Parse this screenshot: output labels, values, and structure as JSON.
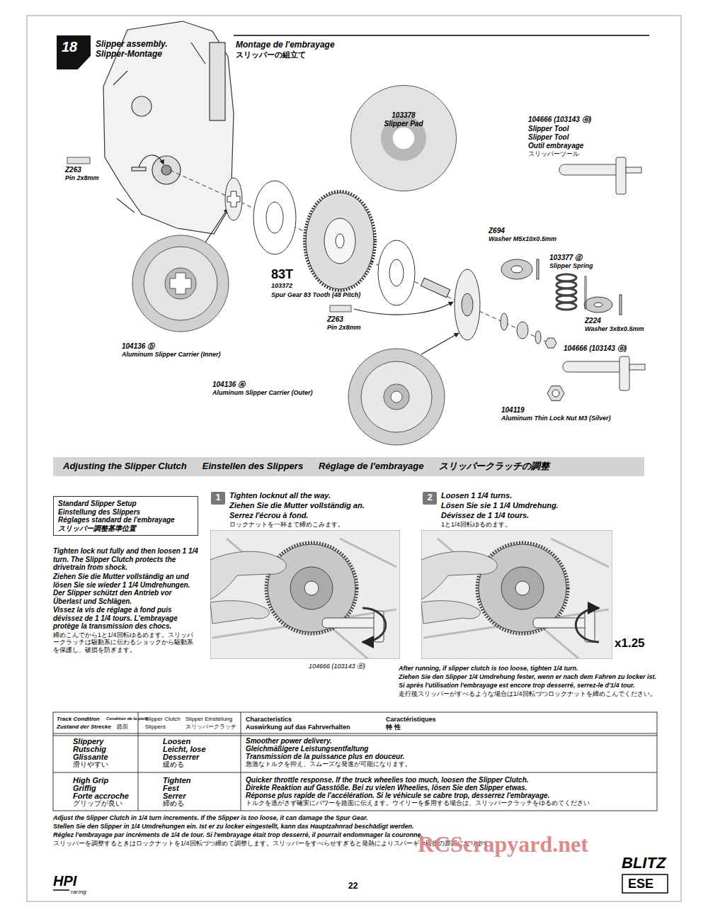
{
  "diagram": {
    "title": "Slipper assembly.",
    "nodes": [
      {
        "text": [
          "18"
        ]
      },
      {
        "text": [
          "103378",
          "Slipper Pad"
        ]
      },
      {
        "text": [
          "Adjusting the Slipper Clutch",
          "Einstellen des Slippers",
          "Réglage de l'embrayage",
          "スリッパークラッチの調整"
        ]
      },
      {
        "text": [
          "Standard Slipper Setup",
          "Einstellung des Slippers",
          "Réglages standard de l'embrayage",
          "スリッパー調整基準位置"
        ]
      },
      {
        "text": [
          "1"
        ]
      },
      {
        "text": [
          "2"
        ]
      }
    ],
    "labels": [
      "Slipper-Montage",
      "Montage de l'embrayage",
      "スリッパーの組立て",
      "Z263",
      "Pin 2x8mm",
      "104666 (103143 ⓔ)",
      "Slipper Tool",
      "Slipper Tool",
      "Outil embrayage",
      "スリッパーツール",
      "Z694",
      "Washer M5x10x0.5mm",
      "103377 ⓓ",
      "Slipper Spring",
      "83T",
      "103372",
      "Spur Gear 83 Tooth (48 Pitch)",
      "Z263",
      "Pin 2x8mm",
      "Z224",
      "Washer 3x8x0.5mm",
      "104666 (103143 ⓔ)",
      "104136 ⓑ",
      "Aluminum Slipper Carrier (Inner)",
      "104136 ⓐ",
      "Aluminum Slipper Carrier (Outer)",
      "104119",
      "Aluminum Thin Lock Nut M3 (Silver)",
      "Tighten lock nut fully and then loosen 1 1/4 turn. The Slipper Clutch protects the drivetrain from shock.",
      "Ziehen Sie die Mutter vollständig an und lösen Sie sie wieder 1 1/4 Umdrehungen. Der Slipper schützt den Antrieb vor Überlast und Schlägen.",
      "Vissez la vis de réglage à fond puis dévissez de 1 1/4 tours. L'embrayage protège la transmission des chocs.",
      "締めこんでから1と1/4回転ゆるめます。スリッパークラッチは駆動系に伝わるショックから駆動系を保護し、破損を防ぎます。",
      "Tighten locknut all the way.",
      "Ziehen Sie die Mutter vollständig an.",
      "Serrez l'écrou à fond.",
      "ロックナットを一杯まで締めこみます。",
      "Loosen 1 1/4 turns.",
      "Lösen Sie sie 1 1/4 Umdrehung.",
      "Dévissez de 1 1/4 tours.",
      "1と1/4回転ゆるめます。",
      "x1.25",
      "104666 (103143 ⓔ)",
      "After running, if slipper clutch is too loose, tighten 1/4 turn.",
      "Ziehen Sie den Slipper 1/4 Umdrehung fester, wenn er nach dem Fahren zu locker ist.",
      "Si après l'utilisation l'embrayage est encore trop desserré, serrez-le d'1/4 tour.",
      "走行後スリッパーがすべるような場合は1/4回転づつロックナットを締めこんでください。",
      "Track Condition",
      "Condition de la piste",
      "Zustand der Strecke",
      "路面",
      "Slipper Clutch",
      "Slipper Einstellung",
      "Slippers",
      "スリッパークラッチ",
      "Characteristics",
      "Caractéristiques",
      "Auswirkung auf das Fahrverhalten",
      "特 性",
      "Slippery",
      "Rutschig",
      "Glissante",
      "滑りやすい",
      "Loosen",
      "Leicht, lose",
      "Desserrer",
      "緩める",
      "Smoother power delivery.",
      "Gleichmäßigere Leistungsentfaltung",
      "Transmission de la puissance plus en douceur.",
      "急激なトルクを抑え、スムーズな発進が可能になります。",
      "High Grip",
      "Griffig",
      "Forte accroche",
      "グリップが良い",
      "Tighten",
      "Fest",
      "Serrer",
      "締める",
      "Quicker throttle response. If the truck wheelies too much, loosen the Slipper Clutch.",
      "Direkte Reaktion auf Gasstöße. Bei zu vielen Wheelies, lösen Sie den Slipper etwas.",
      "Réponse plus rapide de l'accélération. Si le véhicule se cabre trop, desserrez l'embrayage.",
      "トルクを逃がさず確実にパワーを路面に伝えます。ウイリーを多用する場合は、スリッパークラッチをゆるめてください",
      "Adjust the Slipper Clutch in 1/4 turn increments. If the Slipper is too loose, it can damage the Spur Gear.",
      "Stellen Sie den Slipper in 1/4 Umdrehungen ein. Ist er zu locker eingestellt, kann das Hauptzahnrad beschädigt werden.",
      "Réglez l'embrayage par incréments de 1/4 de tour. Si l'embrayage était trop desserré, il pourrait endommager la couronne.",
      "スリッパーを調整するときはロックナットを1/4回転づつ締めて調整します。スリッパーをすべらせすぎると発熱によりスパーギヤ破損の原因になります。",
      "22",
      "RCScrapyard.net",
      "HPI",
      "racing",
      "BLITZ",
      "ESE"
    ]
  }
}
